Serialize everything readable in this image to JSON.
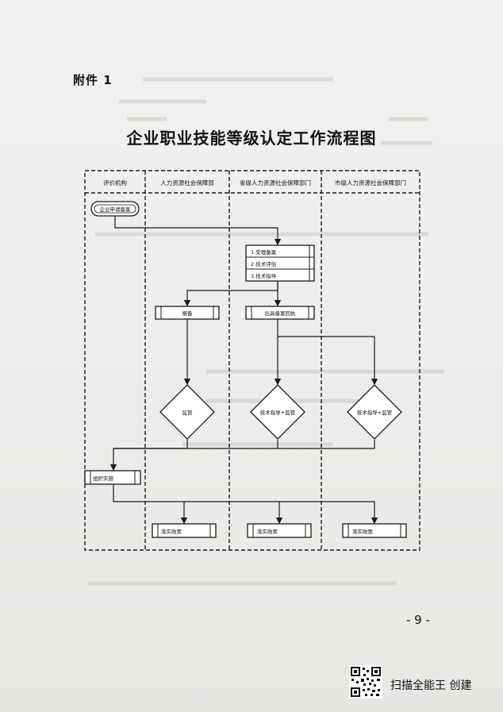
{
  "attachment_label": "附件 1",
  "title": "企业职业技能等级认定工作流程图",
  "lanes": [
    "评价机构",
    "人力资源社会保障部",
    "省级人力资源社会保障部门",
    "市级人力资源社会保障部门"
  ],
  "boxes": {
    "apply": "企业申请备案",
    "accept": "1.受理备案",
    "evaluate": "2.技术评估",
    "guide": "3.技术指导",
    "report": "报备",
    "receipt": "出具备案回执",
    "organize": "组织实施",
    "policy_1": "落实政策",
    "policy_2": "落实政策",
    "policy_3": "落实政策"
  },
  "diamonds": {
    "supervise": "监管",
    "prov_guide": "技术指导+监管",
    "city_guide": "技术指导+监管"
  },
  "page_number": "- 9 -",
  "watermark": "扫描全能王 创建",
  "colors": {
    "ink": "#1a1a1a",
    "paper": "#eeeeec"
  }
}
